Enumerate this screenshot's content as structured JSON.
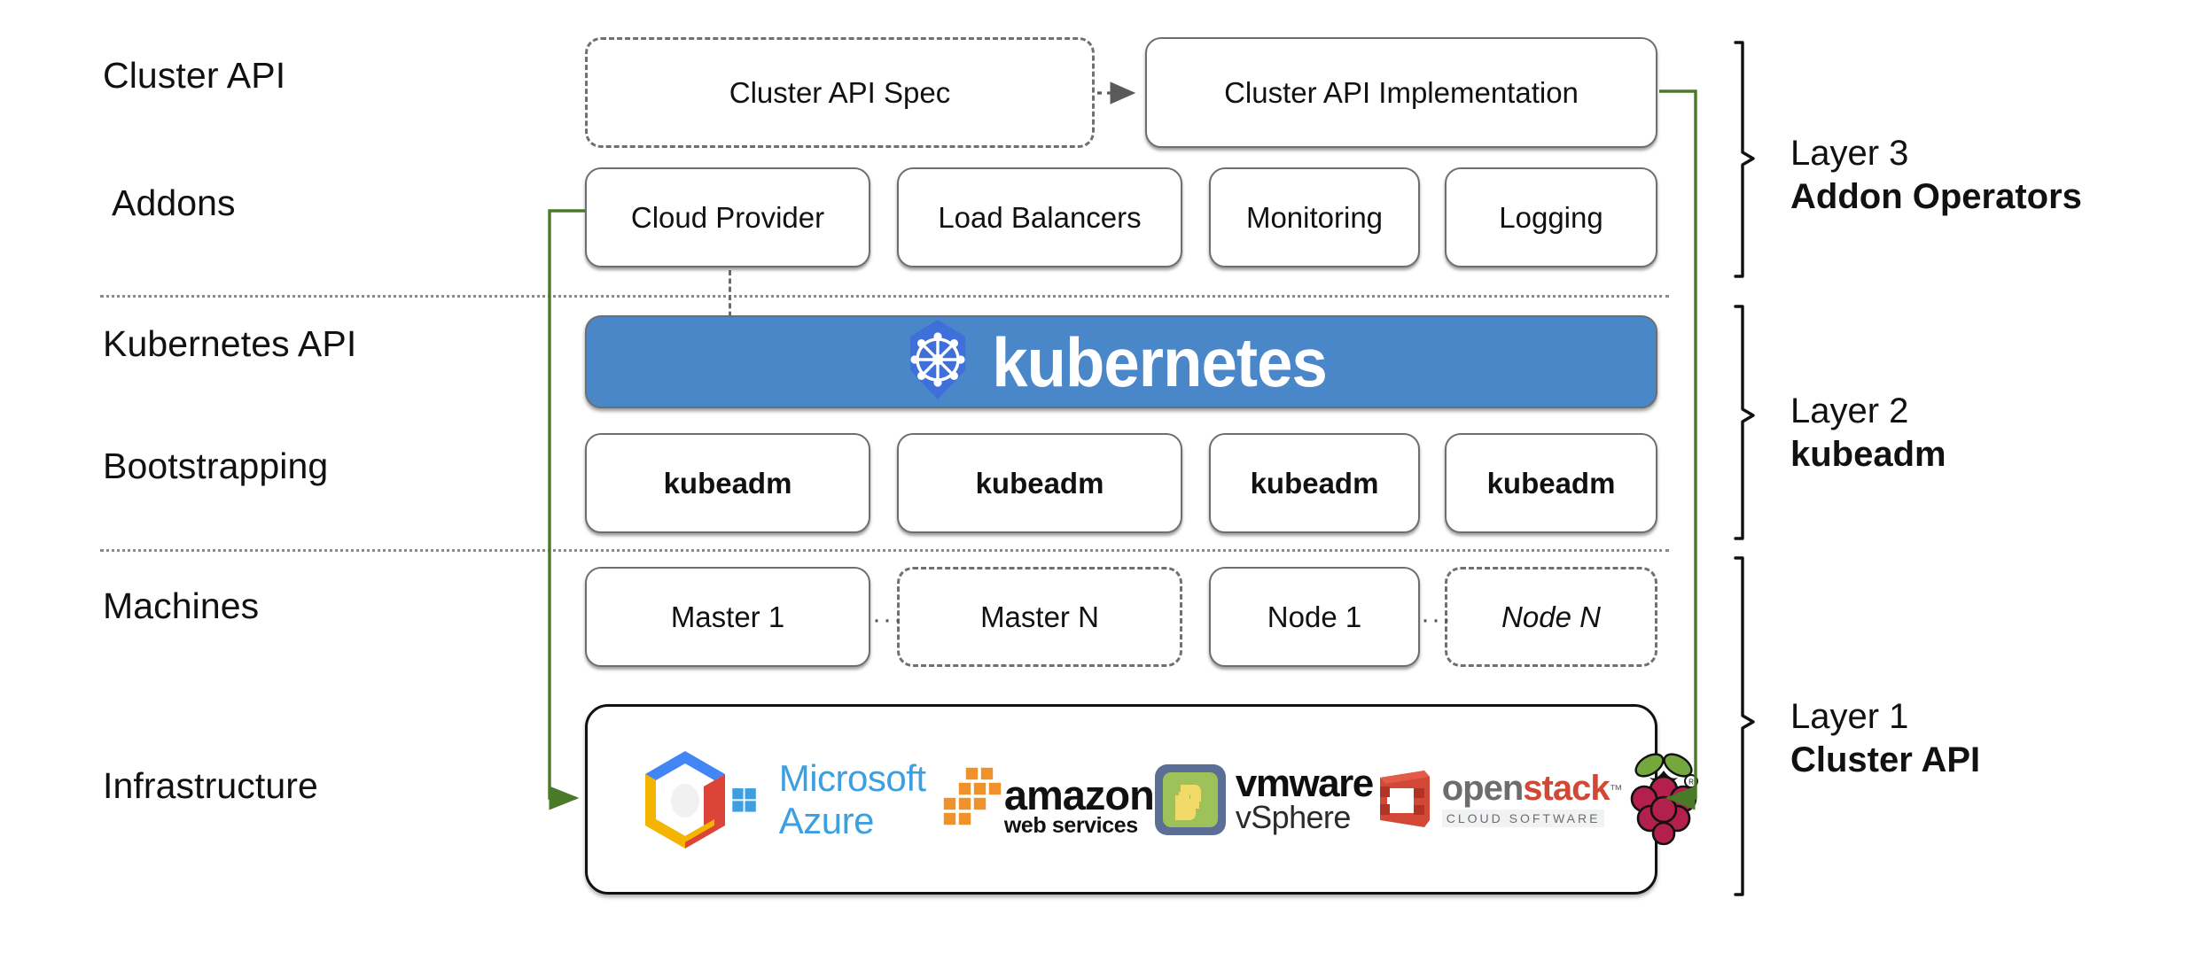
{
  "diagram": {
    "title": "Kubernetes Cluster API layered architecture",
    "accent_green": "#4a7a28",
    "k8s_blue": "#4a87c9",
    "box_border": "#6e6e6e"
  },
  "row_labels": [
    {
      "id": "cluster-api",
      "text": "Cluster API"
    },
    {
      "id": "addons",
      "text": "Addons"
    },
    {
      "id": "kubernetes-api",
      "text": "Kubernetes API"
    },
    {
      "id": "bootstrapping",
      "text": "Bootstrapping"
    },
    {
      "id": "machines",
      "text": "Machines"
    },
    {
      "id": "infrastructure",
      "text": "Infrastructure"
    }
  ],
  "cluster_api_row": {
    "spec": {
      "label": "Cluster API Spec",
      "style": "dashed"
    },
    "implementation": {
      "label": "Cluster API Implementation",
      "style": "solid"
    },
    "connector": "dotted-arrow-right"
  },
  "addons_row": {
    "items": [
      {
        "label": "Cloud Provider"
      },
      {
        "label": "Load Balancers"
      },
      {
        "label": "Monitoring"
      },
      {
        "label": "Logging"
      }
    ]
  },
  "kubernetes_banner": {
    "wordmark": "kubernetes",
    "icon": "kubernetes-helm-wheel-icon",
    "background": "#4a87c9",
    "text_color": "#ffffff"
  },
  "bootstrapping_row": {
    "items": [
      {
        "label": "kubeadm"
      },
      {
        "label": "kubeadm"
      },
      {
        "label": "kubeadm"
      },
      {
        "label": "kubeadm"
      }
    ]
  },
  "machines_row": {
    "items": [
      {
        "label": "Master 1",
        "style": "solid"
      },
      {
        "label": "Master N",
        "style": "dashed"
      },
      {
        "label": "Node 1",
        "style": "solid"
      },
      {
        "label": "Node N",
        "style": "dashed",
        "italic_suffix": "N"
      }
    ],
    "ellipsis": "···"
  },
  "infrastructure_row": {
    "providers": [
      {
        "name": "google-cloud-platform-logo",
        "label": "Google Cloud Platform"
      },
      {
        "name": "microsoft-azure-logo",
        "label": "Microsoft Azure"
      },
      {
        "name": "amazon-web-services-logo",
        "label": "amazon web services"
      },
      {
        "name": "vmware-vsphere-logo",
        "label": "vmware vSphere"
      },
      {
        "name": "openstack-logo",
        "label": "openstack CLOUD SOFTWARE"
      },
      {
        "name": "raspberry-pi-logo",
        "label": "Raspberry Pi"
      }
    ],
    "azure_text": "Microsoft Azure",
    "aws_text_top": "amazon",
    "aws_text_bottom": "web services",
    "vmware_text_top": "vmware",
    "vmware_text_bottom": "vSphere",
    "openstack_text_open": "open",
    "openstack_text_stack": "stack",
    "openstack_text_sub": "CLOUD SOFTWARE"
  },
  "layers": [
    {
      "number": "Layer 3",
      "name": "Addon Operators"
    },
    {
      "number": "Layer 2",
      "name": "kubeadm"
    },
    {
      "number": "Layer 1",
      "name": "Cluster API"
    }
  ]
}
